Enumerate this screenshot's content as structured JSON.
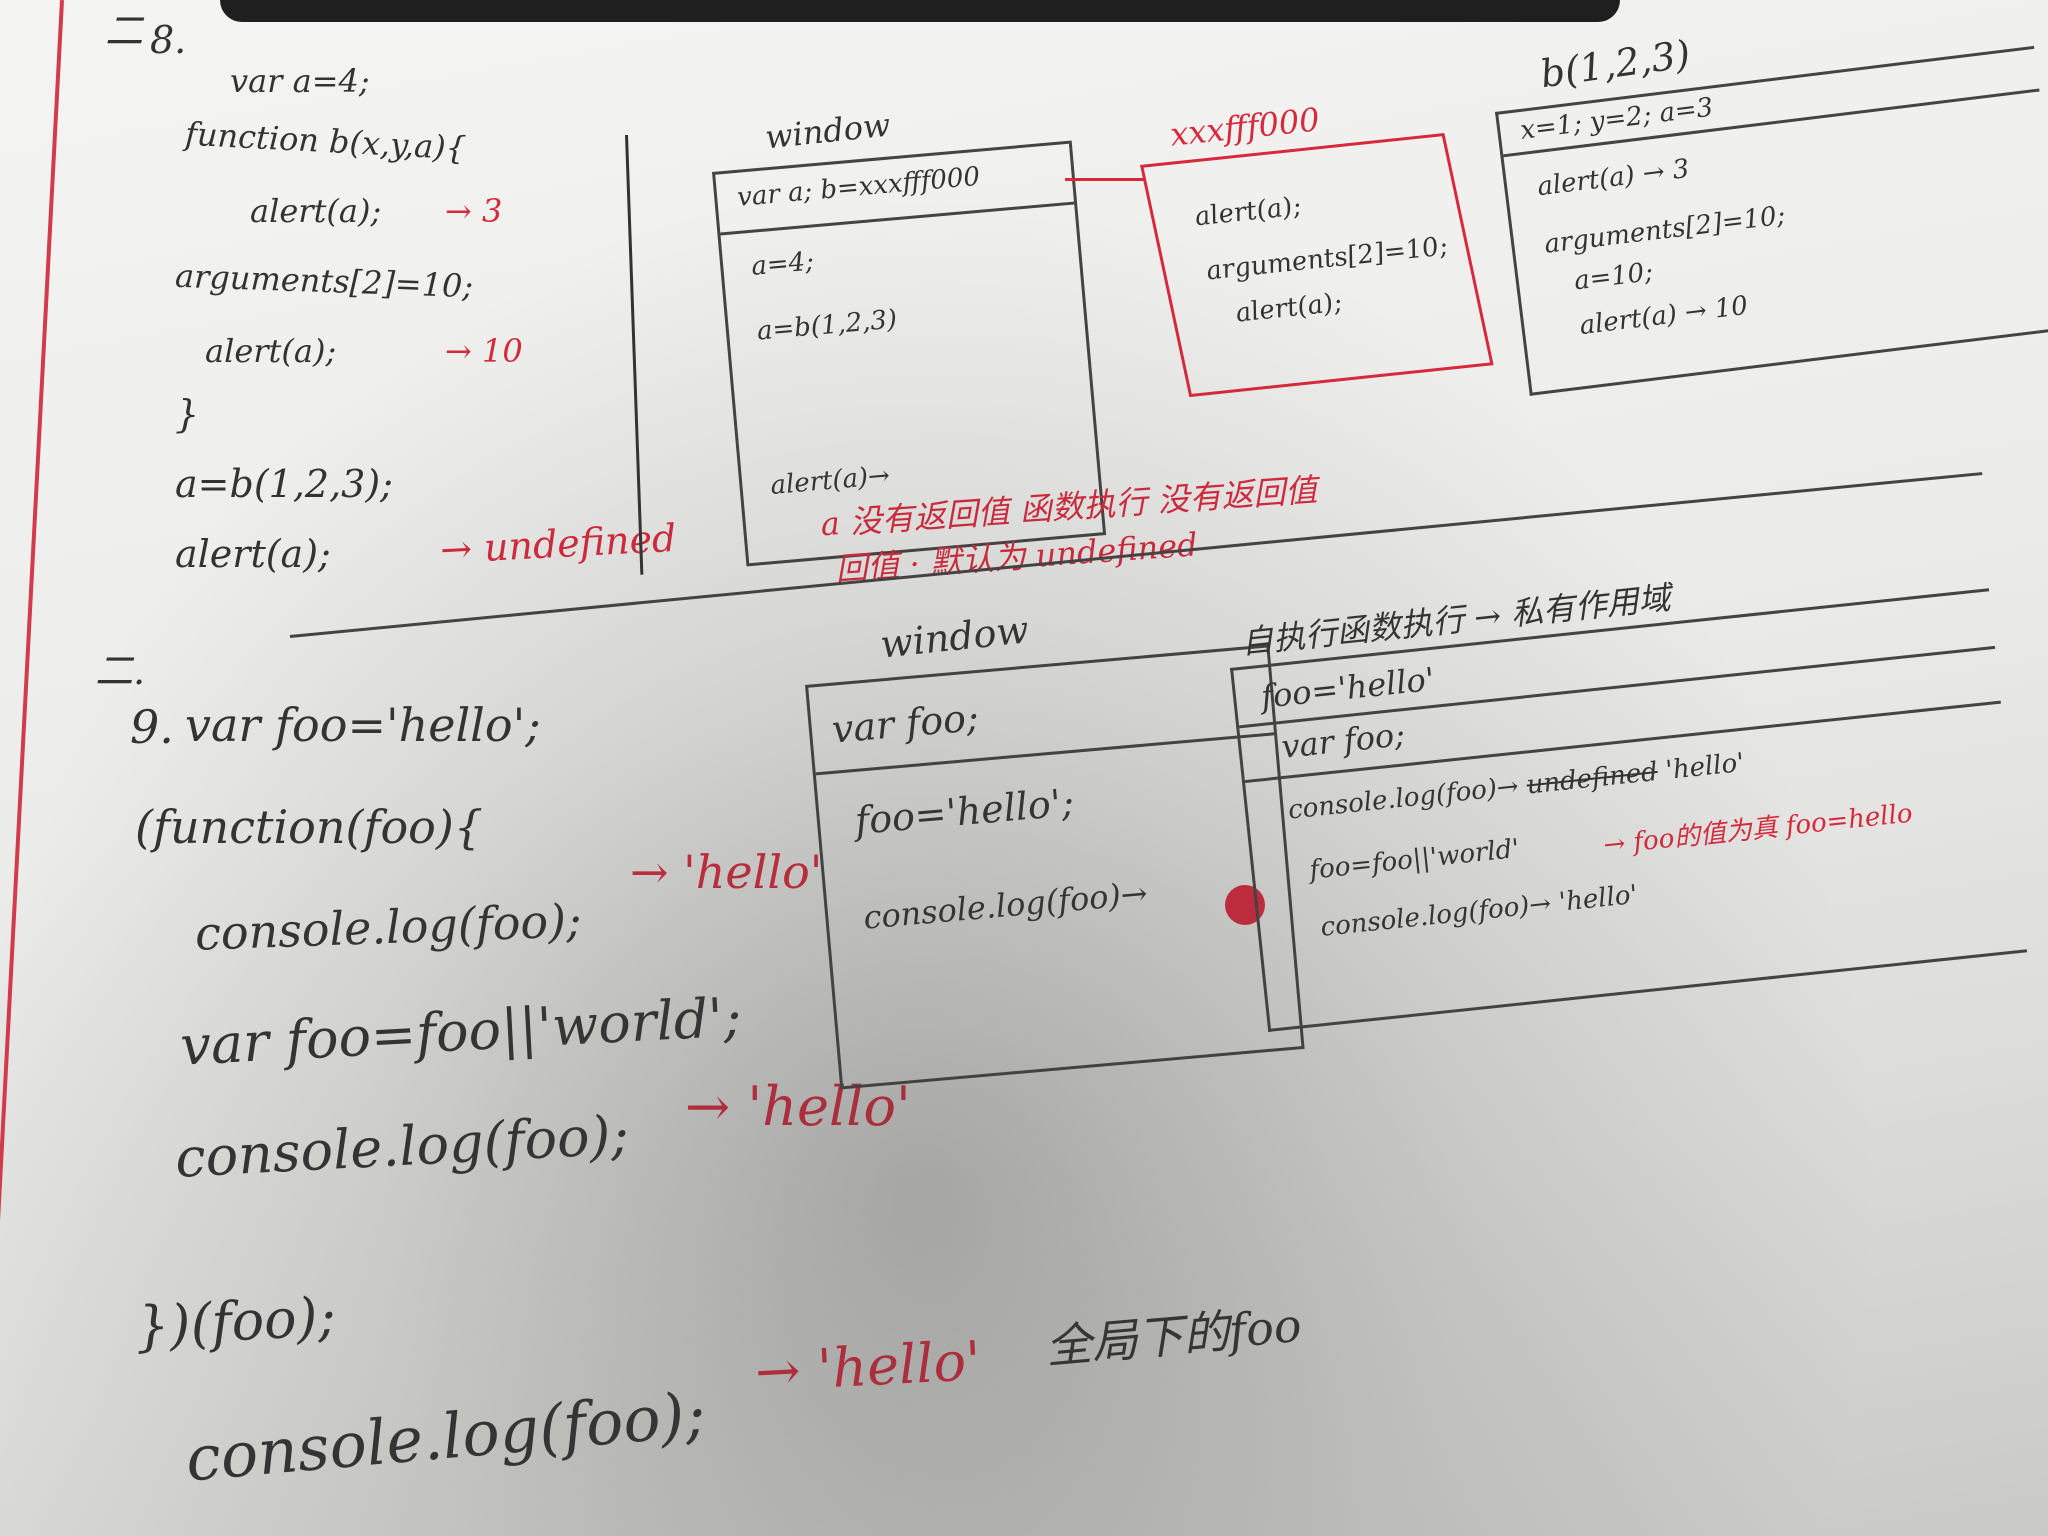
{
  "section_one": {
    "mark": "二",
    "number": "8.",
    "code": {
      "line1": "var a=4;",
      "line2": "function b(x,y,a){",
      "line3": "alert(a);",
      "line3_result": "→ 3",
      "line4": "arguments[2]=10;",
      "line5": "alert(a);",
      "line5_result": "→ 10",
      "line6": "}",
      "line7": "a=b(1,2,3);",
      "line8": "alert(a);",
      "line8_result": "→ undefined"
    },
    "window_box": {
      "title": "window",
      "header": "var a;   b=xxxfff000",
      "body1": "a=4;",
      "body2": "a=b(1,2,3)",
      "body3": "alert(a)→",
      "note_red_1": "a 没有返回值 函数执行 没有返回值",
      "note_red_2": "回值 · 默认为 undefined"
    },
    "heap_box": {
      "title": "xxxfff000",
      "line1": "alert(a);",
      "line2": "arguments[2]=10;",
      "line3": "alert(a);"
    },
    "call_box": {
      "title": "b(1,2,3)",
      "header": "x=1; y=2; a=3",
      "line1": "alert(a) → 3",
      "line2": "arguments[2]=10;",
      "line3": "a=10;",
      "line4": "alert(a) → 10"
    }
  },
  "section_two": {
    "mark": "二.",
    "number": "9.",
    "code": {
      "line1": "var foo='hello';",
      "line2": "(function(foo){",
      "line3": "console.log(foo);",
      "line3_result": "→ 'hello'",
      "line4": "var foo=foo||'world';",
      "line5": "console.log(foo);",
      "line5_result": "→ 'hello'",
      "line6": "})(foo);",
      "line7": "console.log(foo);",
      "line7_result": "→ 'hello'",
      "line7_note": "全局下的foo"
    },
    "window_box": {
      "title": "window",
      "header": "var foo;",
      "body1": "foo='hello';",
      "body2": "console.log(foo)→"
    },
    "scope_box": {
      "title": "自执行函数执行 → 私有作用域",
      "line1": "foo='hello'",
      "line2": "var foo;",
      "line3_prefix": "console.log(foo)→",
      "line3_struck": "undefined",
      "line3_value": "'hello'",
      "line4": "foo=foo||'world'",
      "line4_note": "→ foo的值为真 foo=hello",
      "line5": "console.log(foo)→ 'hello'"
    }
  }
}
